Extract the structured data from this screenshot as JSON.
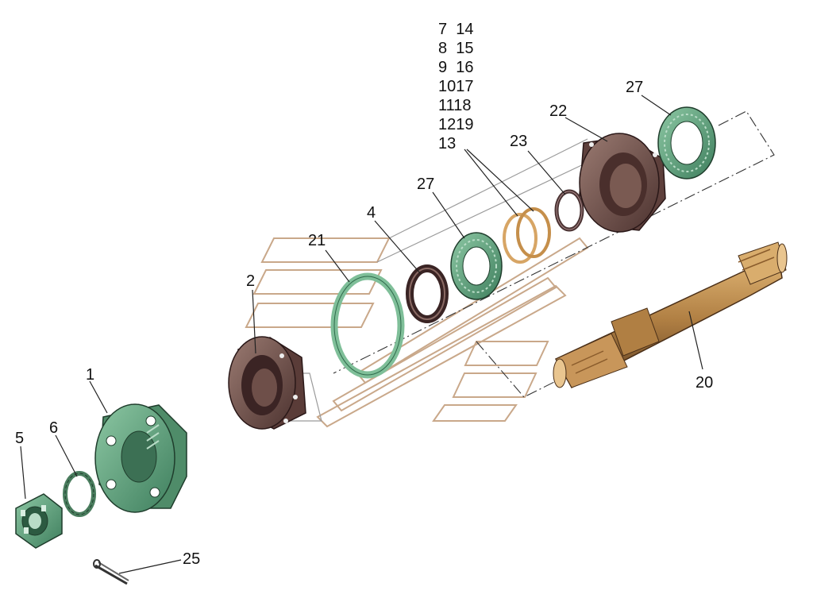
{
  "labels": {
    "l1": "1",
    "l2": "2",
    "l4": "4",
    "l5": "5",
    "l6": "6",
    "l20": "20",
    "l21": "21",
    "l22": "22",
    "l23": "23",
    "l25": "25",
    "l27a": "27",
    "l27b": "27",
    "stack": [
      "7  14",
      "8  15",
      "9  16",
      "1017",
      "1118",
      "1219",
      "13"
    ]
  },
  "colors": {
    "green": "#6fae8a",
    "green_dark": "#3e7b5c",
    "brown": "#7a5a52",
    "brown_dark": "#3a2424",
    "tan": "#c59a57",
    "tan_dark": "#7a5a30",
    "shim": "#d7a565"
  }
}
